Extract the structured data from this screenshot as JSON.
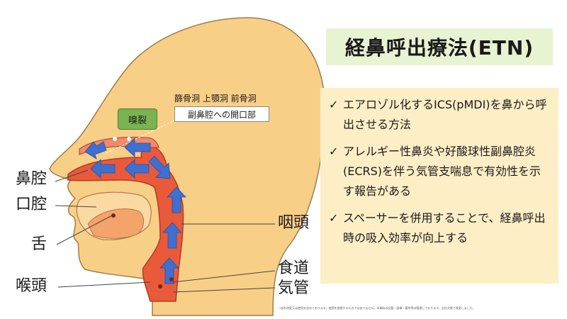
{
  "title": "経鼻呼出療法(ETN)",
  "labels": {
    "nasal_cavity": "鼻腔",
    "oral_cavity": "口腔",
    "tongue": "舌",
    "larynx": "喉頭",
    "pharynx": "咽頭",
    "esophagus": "食道",
    "trachea": "気管",
    "olfactory_cleft": "嗅裂",
    "sinuses": "篩骨洞 上顎洞 前骨洞",
    "sinus_opening": "副鼻腔への開口部"
  },
  "bullets": [
    "エアロゾル化するICS(pMDI)を鼻から呼出させる方法",
    "アレルギー性鼻炎や好酸球性副鼻腔炎(ECRS)を伴う気管支喘息で有効性を示す報告がある",
    "スペーサーを併用することで、経鼻呼出時の吸入効率が向上する"
  ],
  "footnote": "一部を改変又は使用を含めております。使用を前提するものではありません。本資料の記載・画像・著作等は管理しております。当社文責で改変しました。",
  "colors": {
    "skin": "#f8cf87",
    "skin_outline": "#a07c4a",
    "airway": "#e95a3a",
    "arrow": "#3f6fd0",
    "olfactory": "#7ab352",
    "title_bg": "#e8f3d2",
    "info_bg": "#fdeec6"
  },
  "icons": {
    "bullet": "check-icon"
  }
}
